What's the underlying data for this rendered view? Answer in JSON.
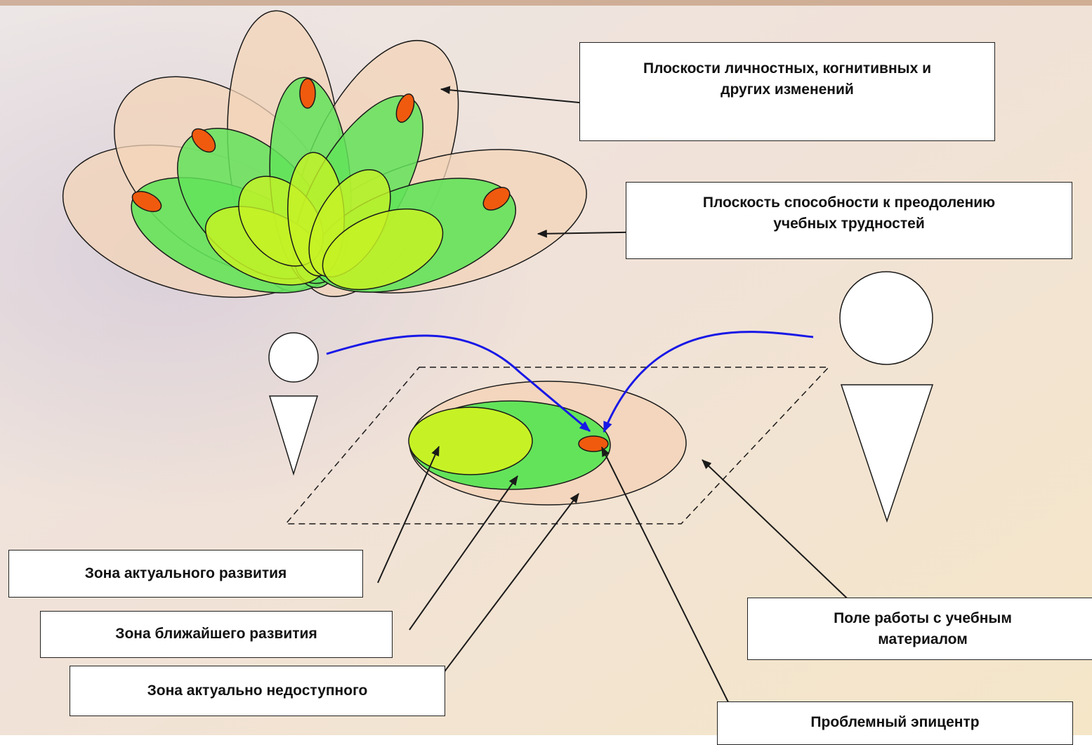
{
  "labels": {
    "planes_changes": "Плоскости личностных, когнитивных и других изменений",
    "plane_ability": "Плоскость способности к преодолению учебных трудностей",
    "zone_actual": "Зона актуального развития",
    "zone_nearest": "Зона ближайшего развития",
    "zone_inaccessible": "Зона актуально недоступного",
    "field_work": "Поле работы с учебным материалом",
    "problem_epicenter": "Проблемный эпицентр"
  },
  "colors": {
    "peach": "#f3d4b8",
    "green": "#63e35a",
    "yellow_green": "#c6f225",
    "epicenter": "#f05a0e",
    "arrow_blue": "#1818e6",
    "outline": "#1a1a1a"
  }
}
